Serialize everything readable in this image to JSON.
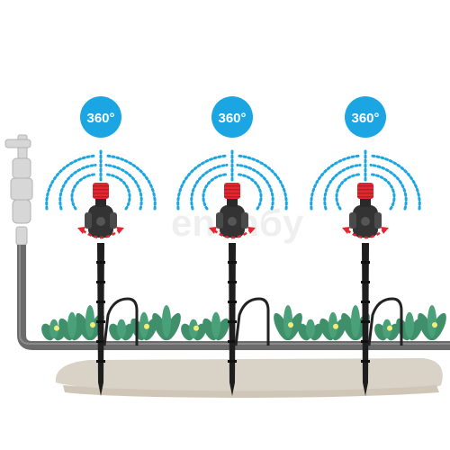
{
  "sprinklers": [
    {
      "rotation_label": "360°"
    },
    {
      "rotation_label": "360°"
    },
    {
      "rotation_label": "360°"
    }
  ],
  "watermark": {
    "text": "enanбy"
  },
  "colors": {
    "badge": "#1ba6e3",
    "spray": "#1ba6e3",
    "pipe": "#6b6b6b",
    "sprinkler_cap": "#e3262f",
    "arrow": "#e3262f",
    "body": "#333333",
    "stake": "#1e1e1e",
    "soil": "#d9d2c7",
    "leaf": "#3f8f6a",
    "flower": "#f4ed7a"
  },
  "icons": [
    "garden-faucet-icon",
    "rotation-arrow-icon",
    "sprinkler-head-icon"
  ]
}
